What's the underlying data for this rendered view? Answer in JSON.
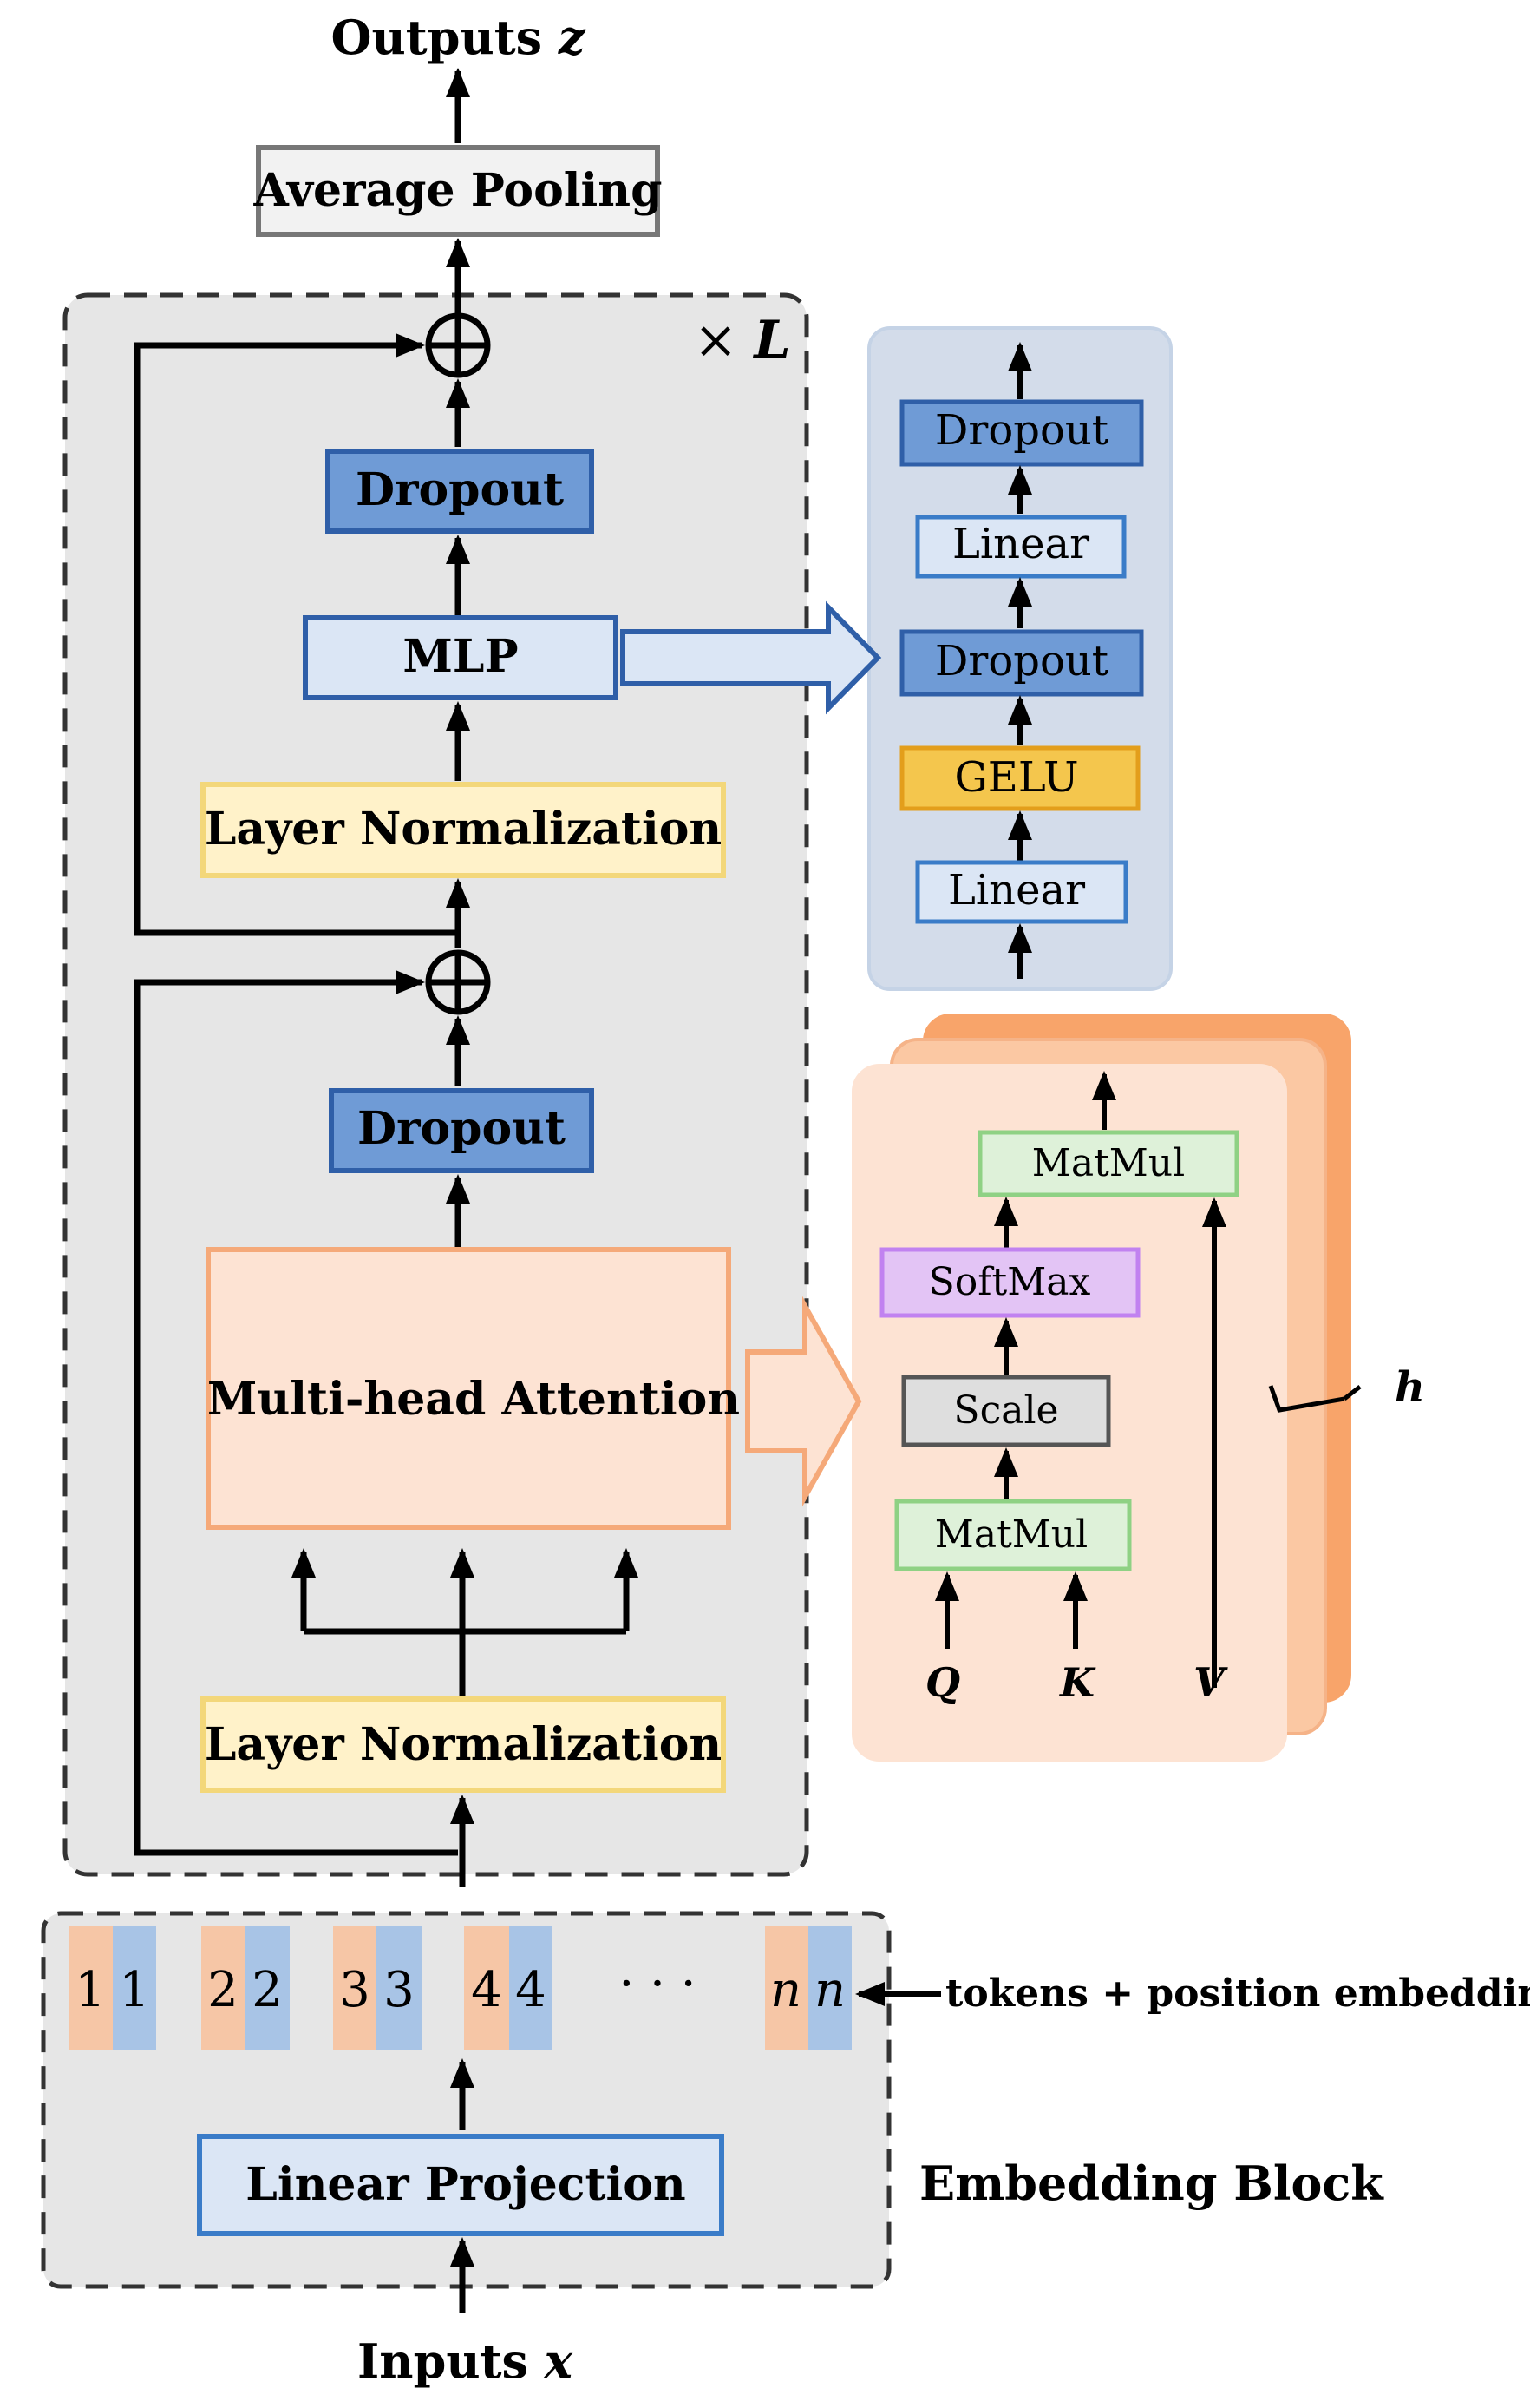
{
  "labels": {
    "outputs_text": "Outputs ",
    "outputs_var": "z",
    "inputs_text": "Inputs ",
    "inputs_var": "x",
    "repeat_text": "× ",
    "repeat_var": "L",
    "heads_var": "h",
    "tokens_label": "tokens + position embedding",
    "embedding_block_label": "Embedding Block"
  },
  "blocks": {
    "average_pooling": "Average Pooling",
    "dropout_top": "Dropout",
    "mlp": "MLP",
    "layer_norm_top": "Layer Normalization",
    "dropout_mid": "Dropout",
    "multi_head_attention": "Multi-head Attention",
    "layer_norm_bottom": "Layer Normalization",
    "linear_projection": "Linear Projection"
  },
  "mlp_detail": {
    "dropout_top": "Dropout",
    "linear_top": "Linear",
    "dropout_bottom": "Dropout",
    "gelu": "GELU",
    "linear_bottom": "Linear"
  },
  "attention_detail": {
    "matmul_top": "MatMul",
    "softmax": "SoftMax",
    "scale": "Scale",
    "matmul_bottom": "MatMul",
    "q": "Q",
    "k": "K",
    "v": "V"
  },
  "tokens": [
    {
      "a": "1",
      "b": "1"
    },
    {
      "a": "2",
      "b": "2"
    },
    {
      "a": "3",
      "b": "3"
    },
    {
      "a": "4",
      "b": "4"
    },
    {
      "a": "n",
      "b": "n"
    }
  ],
  "token_ellipsis": "· · ·",
  "colors": {
    "token_orange": "#f6c6a6",
    "token_blue": "#a8c4e6",
    "dropout_fill": "#6f9bd6",
    "block_blue_border": "#2f5fa8",
    "light_blue_fill": "#dbe6f5",
    "layer_norm_fill": "#fff2c9",
    "layer_norm_border": "#f3d77a",
    "attention_fill": "#fde3d3",
    "attention_border": "#f5a979",
    "gelu_fill": "#f4c64d",
    "softmax_fill": "#e3c4f5",
    "matmul_fill": "#def1d9",
    "matmul_border": "#8fd184",
    "panel_gray": "#e6e6e6",
    "mlp_panel": "#d3dcea"
  }
}
